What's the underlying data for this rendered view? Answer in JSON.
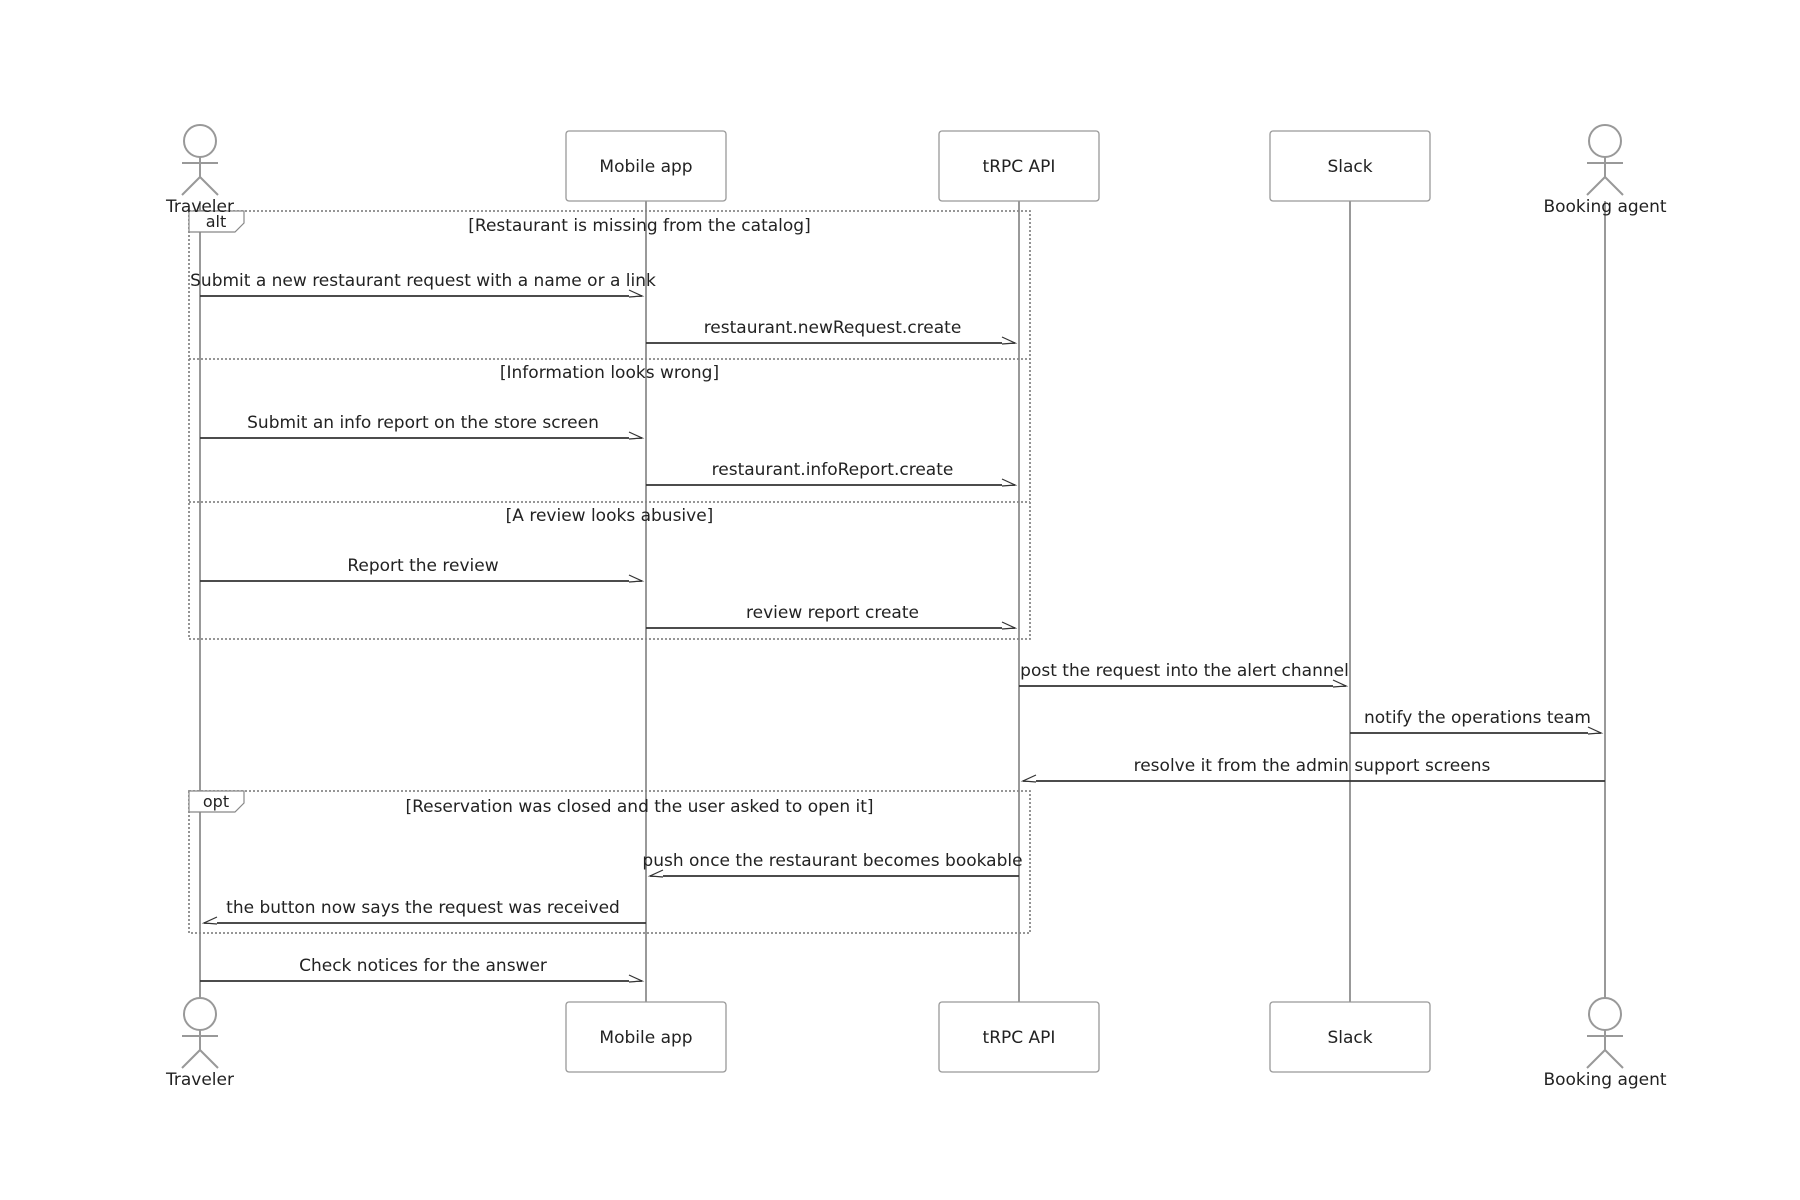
{
  "participants": [
    {
      "id": "traveler",
      "label": "Traveler",
      "kind": "actor"
    },
    {
      "id": "mobile",
      "label": "Mobile app",
      "kind": "box"
    },
    {
      "id": "trpc",
      "label": "tRPC API",
      "kind": "box"
    },
    {
      "id": "slack",
      "label": "Slack",
      "kind": "box"
    },
    {
      "id": "agent",
      "label": "Booking agent",
      "kind": "actor"
    }
  ],
  "fragments": [
    {
      "kind": "alt",
      "sections": [
        {
          "condition": "[Restaurant is missing from the catalog]",
          "messages": [
            {
              "from": "traveler",
              "to": "mobile",
              "text": "Submit a new restaurant request with a name or a link"
            },
            {
              "from": "mobile",
              "to": "trpc",
              "text": "restaurant.newRequest.create"
            }
          ]
        },
        {
          "condition": "[Information looks wrong]",
          "messages": [
            {
              "from": "traveler",
              "to": "mobile",
              "text": "Submit an info report on the store screen"
            },
            {
              "from": "mobile",
              "to": "trpc",
              "text": "restaurant.infoReport.create"
            }
          ]
        },
        {
          "condition": "[A review looks abusive]",
          "messages": [
            {
              "from": "traveler",
              "to": "mobile",
              "text": "Report the review"
            },
            {
              "from": "mobile",
              "to": "trpc",
              "text": "review report create"
            }
          ]
        }
      ]
    },
    {
      "kind": "opt",
      "sections": [
        {
          "condition": "[Reservation was closed and the user asked to open it]",
          "messages": [
            {
              "from": "trpc",
              "to": "mobile",
              "text": "push once the restaurant becomes bookable"
            },
            {
              "from": "mobile",
              "to": "traveler",
              "text": "the button now says the request was received"
            }
          ]
        }
      ]
    }
  ],
  "messages": [
    {
      "from": "trpc",
      "to": "slack",
      "text": "post the request into the alert channel"
    },
    {
      "from": "slack",
      "to": "agent",
      "text": "notify the operations team"
    },
    {
      "from": "agent",
      "to": "trpc",
      "text": "resolve it from the admin support screens"
    },
    {
      "from": "traveler",
      "to": "mobile",
      "text": "Check notices for the answer"
    }
  ]
}
